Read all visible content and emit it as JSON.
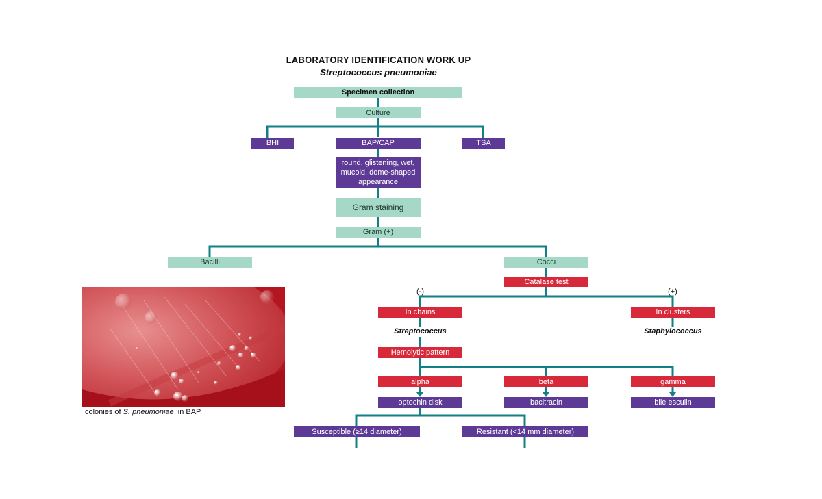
{
  "title": "LABORATORY IDENTIFICATION WORK UP",
  "subtitle": "Streptococcus pneumoniae",
  "nodes": {
    "specimen": "Specimen collection",
    "culture": "Culture",
    "bhi": "BHI",
    "bapcap": "BAP/CAP",
    "tsa": "TSA",
    "appearance": "round, glistening, wet, mucoid, dome-shaped appearance",
    "gram_staining": "Gram staining",
    "gram_pos": "Gram (+)",
    "bacilli": "Bacilli",
    "cocci": "Cocci",
    "catalase": "Catalase test",
    "neg": "(-)",
    "pos": "(+)",
    "chains": "In chains",
    "clusters": "In clusters",
    "strep": "Streptococcus",
    "staph": "Staphylococcus",
    "hemolytic": "Hemolytic pattern",
    "alpha": "alpha",
    "beta": "beta",
    "gamma": "gamma",
    "optochin": "optochin disk",
    "bacitracin": "bacitracin",
    "bile": "bile esculin",
    "susceptible": "Susceptible (≥14 diameter)",
    "resistant": "Resistant (<14 mm diameter)"
  },
  "caption": {
    "prefix": "colonies of ",
    "species": "S. pneumoniae",
    "suffix": "  in BAP"
  },
  "colors": {
    "mint": "#a5d8c6",
    "purple": "#5d3a95",
    "red": "#d8293b",
    "connector": "#137f86"
  }
}
